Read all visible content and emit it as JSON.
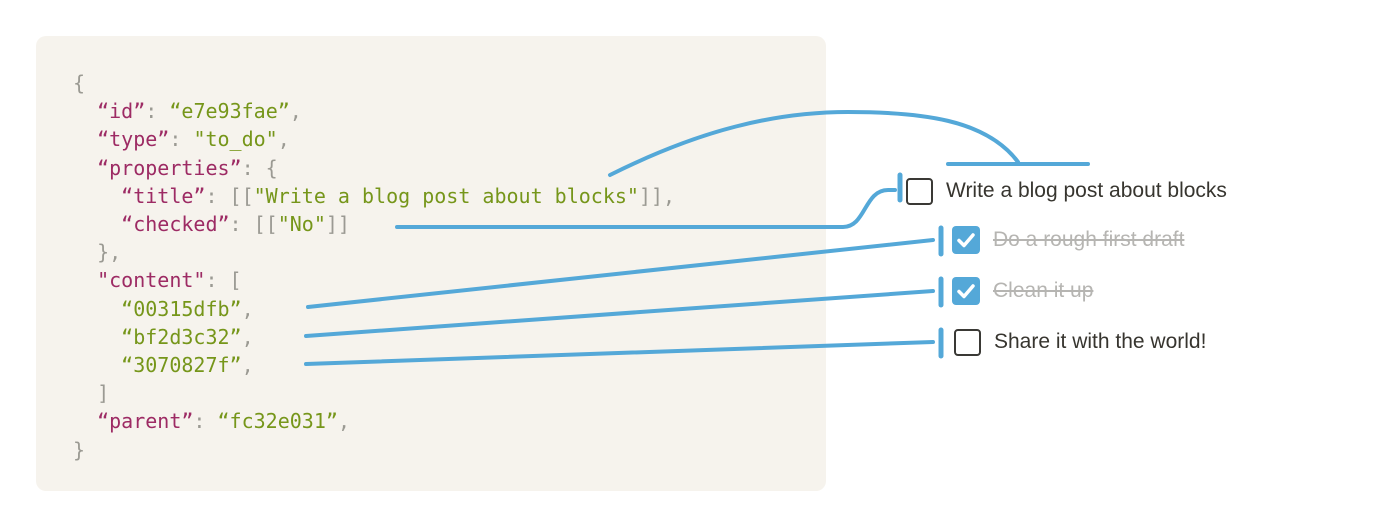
{
  "colors": {
    "accent_blue": "#54a8d8",
    "panel_bg": "#f6f3ed",
    "code_key": "#9d2b64",
    "code_string": "#76961a",
    "code_punct": "#9b9a93",
    "text_dark": "#37352f",
    "text_muted": "#b6b5b2",
    "checkbox_border": "#3a3935"
  },
  "code": {
    "lines": [
      {
        "tokens": [
          {
            "t": "{",
            "c": "p"
          }
        ]
      },
      {
        "tokens": [
          {
            "t": "  ",
            "c": "p"
          },
          {
            "t": "“id”",
            "c": "k"
          },
          {
            "t": ": ",
            "c": "p"
          },
          {
            "t": "“e7e93fae”",
            "c": "s"
          },
          {
            "t": ",",
            "c": "p"
          }
        ]
      },
      {
        "tokens": [
          {
            "t": "  ",
            "c": "p"
          },
          {
            "t": "“type”",
            "c": "k"
          },
          {
            "t": ": ",
            "c": "p"
          },
          {
            "t": "\"to_do\"",
            "c": "s"
          },
          {
            "t": ",",
            "c": "p"
          }
        ]
      },
      {
        "tokens": [
          {
            "t": "  ",
            "c": "p"
          },
          {
            "t": "“properties”",
            "c": "k"
          },
          {
            "t": ": {",
            "c": "p"
          }
        ]
      },
      {
        "tokens": [
          {
            "t": "    ",
            "c": "p"
          },
          {
            "t": "“title”",
            "c": "k"
          },
          {
            "t": ": [[",
            "c": "p"
          },
          {
            "t": "\"Write a blog post about blocks\"",
            "c": "s"
          },
          {
            "t": "]],",
            "c": "p"
          }
        ]
      },
      {
        "tokens": [
          {
            "t": "    ",
            "c": "p"
          },
          {
            "t": "“checked”",
            "c": "k"
          },
          {
            "t": ": [[",
            "c": "p"
          },
          {
            "t": "\"No\"",
            "c": "s"
          },
          {
            "t": "]]",
            "c": "p"
          }
        ]
      },
      {
        "tokens": [
          {
            "t": "  },",
            "c": "p"
          }
        ]
      },
      {
        "tokens": [
          {
            "t": "  ",
            "c": "p"
          },
          {
            "t": "\"content\"",
            "c": "k"
          },
          {
            "t": ": [",
            "c": "p"
          }
        ]
      },
      {
        "tokens": [
          {
            "t": "    ",
            "c": "p"
          },
          {
            "t": "“00315dfb”",
            "c": "s"
          },
          {
            "t": ",",
            "c": "p"
          }
        ]
      },
      {
        "tokens": [
          {
            "t": "    ",
            "c": "p"
          },
          {
            "t": "“bf2d3c32”",
            "c": "s"
          },
          {
            "t": ",",
            "c": "p"
          }
        ]
      },
      {
        "tokens": [
          {
            "t": "    ",
            "c": "p"
          },
          {
            "t": "“3070827f”",
            "c": "s"
          },
          {
            "t": ",",
            "c": "p"
          }
        ]
      },
      {
        "tokens": [
          {
            "t": "  ]",
            "c": "p"
          }
        ]
      },
      {
        "tokens": [
          {
            "t": "  ",
            "c": "p"
          },
          {
            "t": "“parent”",
            "c": "k"
          },
          {
            "t": ": ",
            "c": "p"
          },
          {
            "t": "“fc32e031”",
            "c": "s"
          },
          {
            "t": ",",
            "c": "p"
          }
        ]
      },
      {
        "tokens": [
          {
            "t": "}",
            "c": "p"
          }
        ]
      }
    ]
  },
  "todo": {
    "items": [
      {
        "label": "Write a blog post about blocks",
        "checked": false,
        "struck": false
      },
      {
        "label": "Do a rough first draft",
        "checked": true,
        "struck": true
      },
      {
        "label": "Clean it up",
        "checked": true,
        "struck": true
      },
      {
        "label": "Share it with the world!",
        "checked": false,
        "struck": false
      }
    ]
  }
}
